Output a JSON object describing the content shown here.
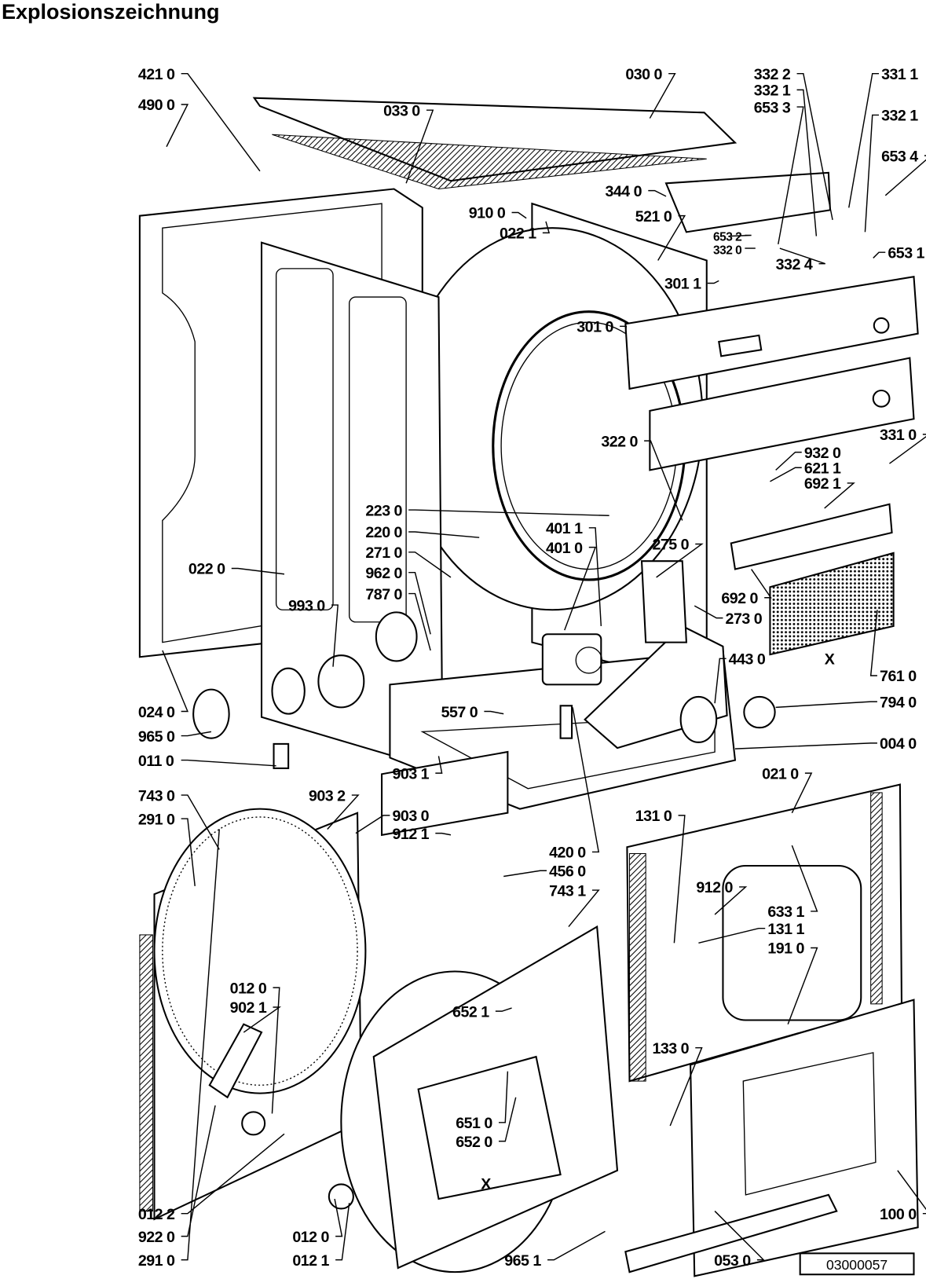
{
  "title": "Explosionszeichnung",
  "drawing_number": "03000057",
  "labels": [
    "421 0",
    "490 0",
    "033 0",
    "030 0",
    "332 2",
    "332 1",
    "653 3",
    "331 1",
    "332 1",
    "653 4",
    "344 0",
    "910 0",
    "022 1",
    "521 0",
    "653 2",
    "332 0",
    "332 4",
    "653 1",
    "301 1",
    "301 0",
    "322 0",
    "331 0",
    "932 0",
    "621 1",
    "692 1",
    "223 0",
    "220 0",
    "271 0",
    "962 0",
    "787 0",
    "401 1",
    "401 0",
    "275 0",
    "022 0",
    "993 0",
    "692 0",
    "273 0",
    "443 0",
    "761 0",
    "794 0",
    "024 0",
    "557 0",
    "965 0",
    "004 0",
    "011 0",
    "021 0",
    "743 0",
    "291 0",
    "903 2",
    "903 1",
    "903 0",
    "912 1",
    "131 0",
    "420 0",
    "456 0",
    "743 1",
    "912 0",
    "633 1",
    "131 1",
    "191 0",
    "012 0",
    "902 1",
    "652 1",
    "133 0",
    "651 0",
    "652 0",
    "012 2",
    "922 0",
    "012 0",
    "291 0",
    "012 1",
    "965 1",
    "053 0",
    "100 0"
  ],
  "markers": [
    "X",
    "X"
  ]
}
